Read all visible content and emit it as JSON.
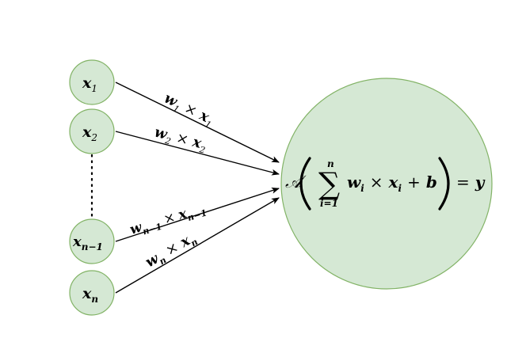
{
  "inputs": [
    {
      "base": "x",
      "sub": "1"
    },
    {
      "base": "x",
      "sub": "2"
    },
    {
      "base": "x",
      "sub": "n−1"
    },
    {
      "base": "x",
      "sub": "n"
    }
  ],
  "edge_labels": [
    {
      "w": "w",
      "wsub": "1",
      "op": "×",
      "x": "x",
      "xsub": "1"
    },
    {
      "w": "w",
      "wsub": "2",
      "op": "×",
      "x": "x",
      "xsub": "2"
    },
    {
      "w": "w",
      "wsub": "n−1",
      "op": "×",
      "x": "x",
      "xsub": "n−1"
    },
    {
      "w": "w",
      "wsub": "n",
      "op": "×",
      "x": "x",
      "xsub": "n"
    }
  ],
  "neuron": {
    "activation": "𝒜",
    "sum_symbol": "∑",
    "sum_upper": "n",
    "sum_lower": "i=1",
    "w": "w",
    "w_sub": "i",
    "times": "×",
    "x": "x",
    "x_sub": "i",
    "plus": "+",
    "bias": "b",
    "equals": "=",
    "output": "y"
  },
  "colors": {
    "node_fill": "#d5e8d4",
    "node_stroke": "#82b366",
    "edge": "#000000"
  }
}
